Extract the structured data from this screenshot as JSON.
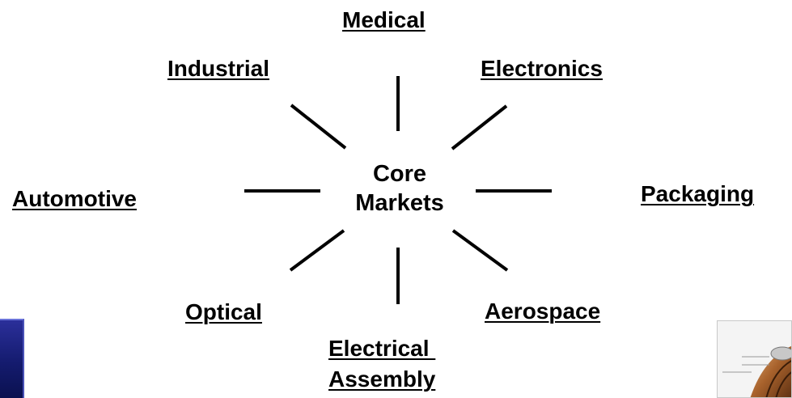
{
  "center": {
    "line1": "Core",
    "line2": "Markets"
  },
  "markets": [
    {
      "key": "medical",
      "label": "Medical"
    },
    {
      "key": "industrial",
      "label": "Industrial"
    },
    {
      "key": "electronics",
      "label": "Electronics"
    },
    {
      "key": "automotive",
      "label": "Automotive"
    },
    {
      "key": "packaging",
      "label": "Packaging"
    },
    {
      "key": "optical",
      "label": "Optical"
    },
    {
      "key": "aerospace",
      "label": "Aerospace"
    },
    {
      "key": "electrical_assembly",
      "line1": "Electrical ",
      "line2": "Assembly"
    }
  ],
  "colors": {
    "text": "#000000",
    "spoke": "#000000",
    "panel": "#141b6e"
  }
}
